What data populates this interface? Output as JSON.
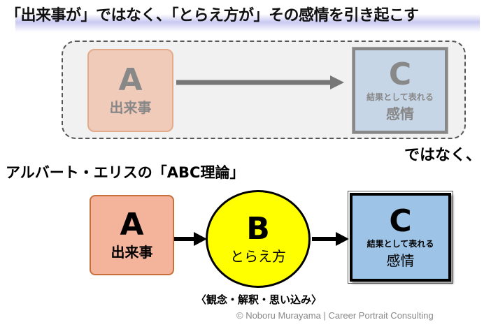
{
  "title": "「出来事が」ではなく、「とらえ方が」その感情を引き起こす",
  "faded": {
    "a_letter": "A",
    "a_label": "出来事",
    "c_letter": "C",
    "c_sub": "結果として表れる",
    "c_label": "感情"
  },
  "not_label": "ではなく、",
  "heading": "アルバート・エリスの「ABC理論」",
  "abc": {
    "a_letter": "A",
    "a_label": "出来事",
    "b_letter": "B",
    "b_label": "とらえ方",
    "c_letter": "C",
    "c_sub": "結果として表れる",
    "c_label": "感情"
  },
  "caption": "〈観念・解釈・思い込み〉",
  "copyright": "© Noboru Murayama | Career Portrait Consulting"
}
